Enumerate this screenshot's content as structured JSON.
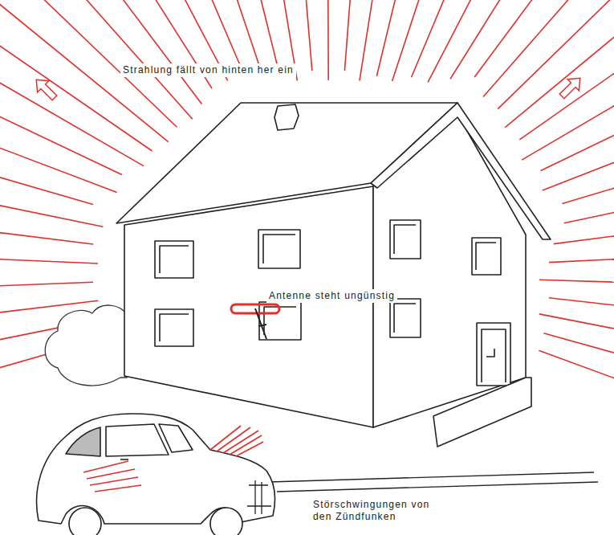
{
  "diagram": {
    "labels": [
      "Strahlung fällt von hinten her ein",
      "Antenne steht ungünstig",
      "Störschwingungen von den Zündfunken"
    ]
  }
}
